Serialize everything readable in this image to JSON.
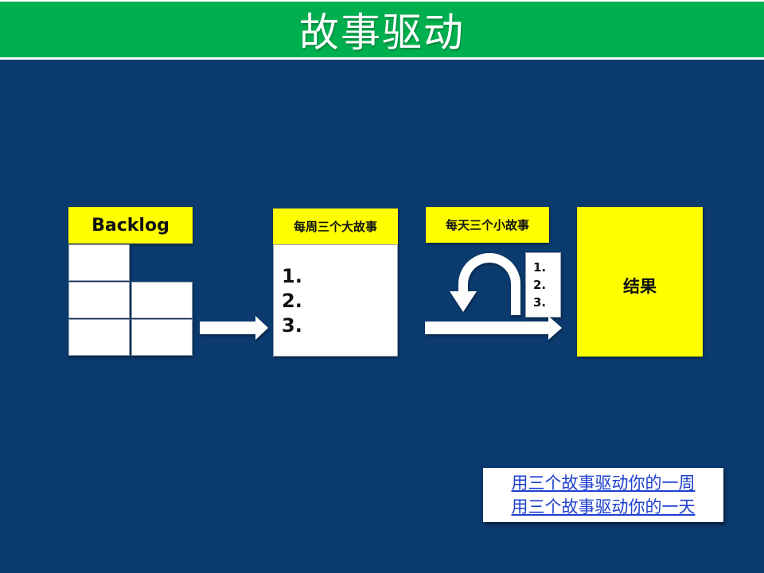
{
  "title": "故事驱动",
  "backlog": {
    "label": "Backlog"
  },
  "weekly": {
    "label": "每周三个大故事",
    "items": [
      "1.",
      "2.",
      "3."
    ]
  },
  "daily": {
    "label": "每天三个小故事",
    "items": [
      "1.",
      "2.",
      "3."
    ]
  },
  "result": {
    "label": "结果"
  },
  "summary": {
    "line1": "用三个故事驱动你的一周",
    "line2": "用三个故事驱动你的一天"
  },
  "colors": {
    "background": "#0b3a6e",
    "title_bar": "#00b04f",
    "highlight": "#ffff00",
    "link": "#1f3fd0"
  }
}
